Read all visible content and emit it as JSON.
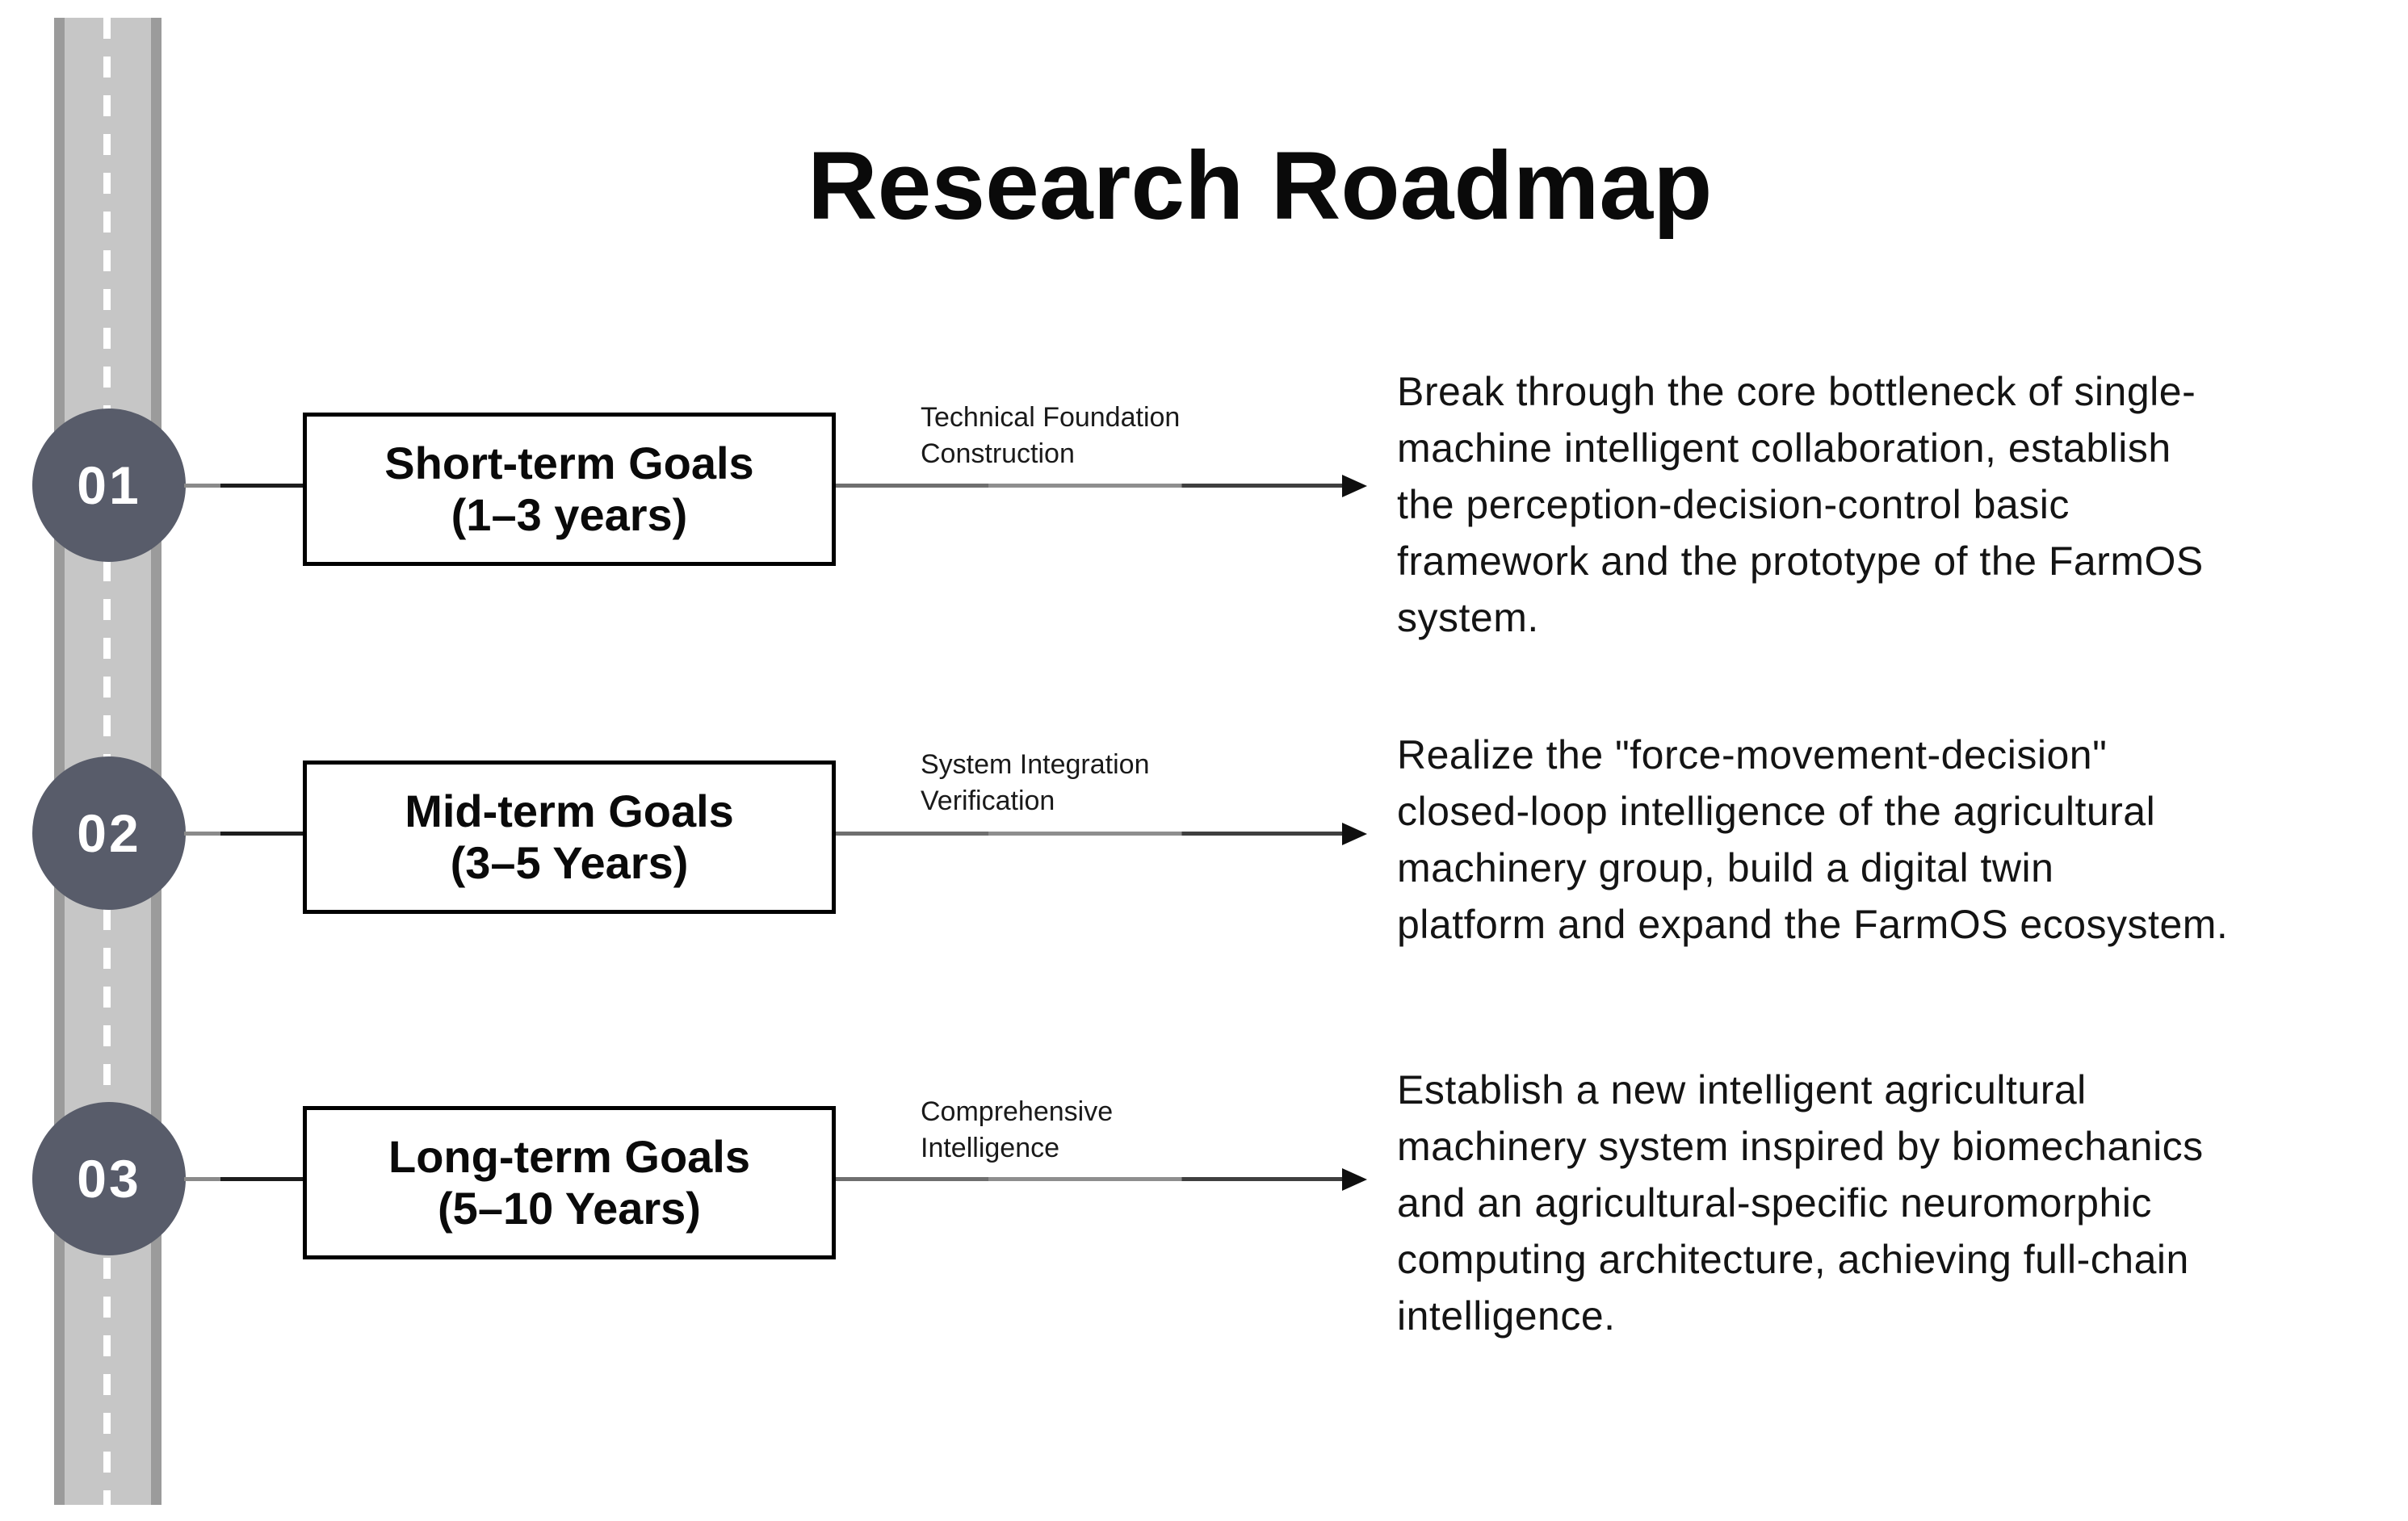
{
  "title": "Research Roadmap",
  "colors": {
    "circle_fill": "#585C6A",
    "road_edge": "#9B9B9B",
    "road_surface": "#C6C6C6",
    "arrow_gray": "#8E8E8E",
    "arrow_dark": "#3F3F3F",
    "box_border": "#000000",
    "text": "#141414"
  },
  "milestones": [
    {
      "number": "01",
      "goal_title": "Short-term Goals",
      "goal_period": "(1–3 years)",
      "arrow_label_lines": [
        "Technical Foundation",
        "Construction"
      ],
      "description_lines": [
        "Break through the core bottleneck of single-",
        "machine intelligent collaboration, establish",
        "the perception-decision-control basic",
        "framework and the prototype of the FarmOS",
        "system."
      ]
    },
    {
      "number": "02",
      "goal_title": "Mid-term Goals",
      "goal_period": "(3–5 Years)",
      "arrow_label_lines": [
        "System Integration",
        "Verification"
      ],
      "description_lines": [
        "Realize the \"force-movement-decision\"",
        "closed-loop intelligence of the agricultural",
        "machinery group, build a digital twin",
        "platform and expand the FarmOS ecosystem."
      ]
    },
    {
      "number": "03",
      "goal_title": "Long-term Goals",
      "goal_period": "(5–10 Years)",
      "arrow_label_lines": [
        "Comprehensive",
        "Intelligence"
      ],
      "description_lines": [
        "Establish a new intelligent agricultural",
        "machinery system inspired by biomechanics",
        "and an agricultural-specific neuromorphic",
        "computing architecture, achieving full-chain",
        "intelligence."
      ]
    }
  ]
}
